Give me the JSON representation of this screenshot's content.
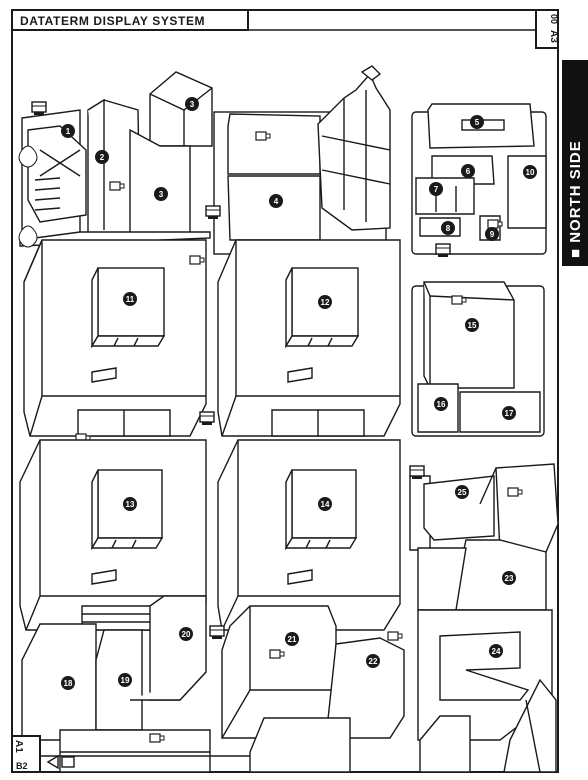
{
  "header": {
    "title": "DATATERM DISPLAY SYSTEM",
    "grid_ref_top": "A3",
    "grid_ref_top_sub": "00"
  },
  "sidebar": {
    "label": "■ NORTH SIDE"
  },
  "footer": {
    "grid_ref_left": "A1",
    "grid_ref_bottom": "B2"
  },
  "markers": [
    "1",
    "2",
    "3",
    "3",
    "4",
    "5",
    "6",
    "7",
    "8",
    "9",
    "10",
    "11",
    "12",
    "13",
    "14",
    "15",
    "16",
    "17",
    "18",
    "19",
    "20",
    "21",
    "22",
    "23",
    "24",
    "25"
  ],
  "colors": {
    "ink": "#1a1a1a",
    "paper": "#ffffff",
    "sidebar": "#111111"
  },
  "icons": {
    "terminal": "dataterm-terminal-icon",
    "arrow": "left-arrow-icon"
  }
}
